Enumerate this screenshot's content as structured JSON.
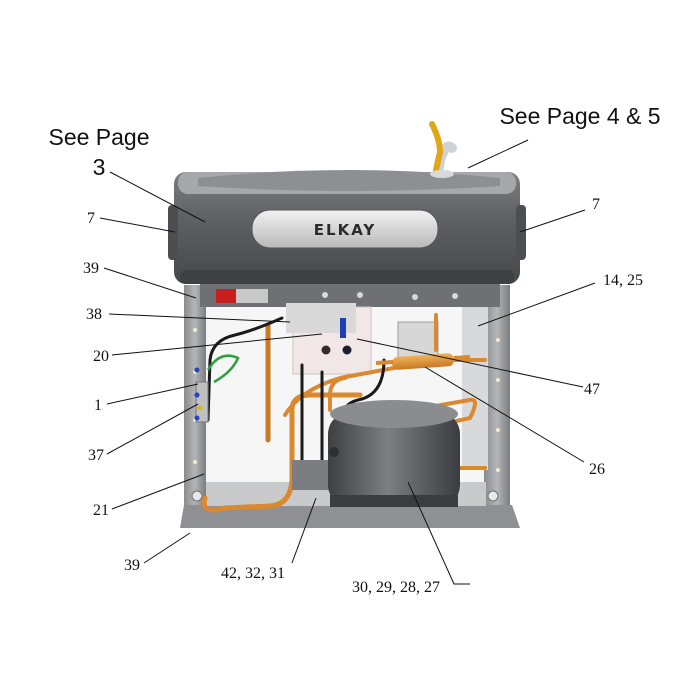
{
  "diagram": {
    "brand_name": "ELKAY",
    "references": {
      "page3": "See Page 3",
      "page3_line1": "See Page",
      "page3_line2": "3",
      "page45": "See Page 4 & 5"
    },
    "callouts": {
      "c7_left": "7",
      "c7_right": "7",
      "c39_top": "39",
      "c38": "38",
      "c20": "20",
      "c1": "1",
      "c37": "37",
      "c21": "21",
      "c39_bottom": "39",
      "c14_25": "14, 25",
      "c47": "47",
      "c26": "26",
      "c42_32_31": "42, 32, 31",
      "c30_29_28_27": "30, 29, 28, 27"
    }
  }
}
